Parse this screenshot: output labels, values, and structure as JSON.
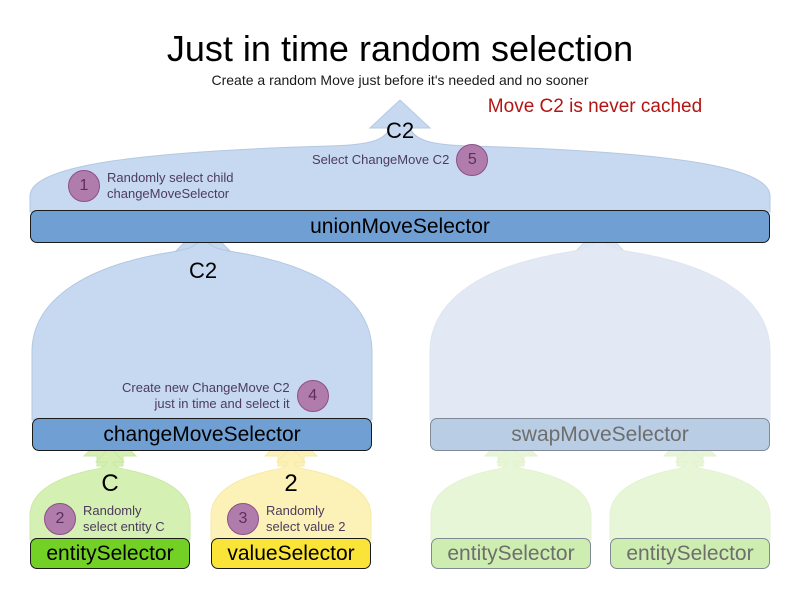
{
  "header": {
    "title": "Just in time random selection",
    "subtitle": "Create a random Move just before it's needed and no sooner",
    "warning": "Move C2 is never cached",
    "warning_color": "#b31414"
  },
  "colors": {
    "active_box": "#6f9fd3",
    "arch_fill": "#c6d9f1",
    "faded_box": "#b9cde4",
    "entity_green": "#72d124",
    "value_yellow": "#fae437",
    "faded_green": "#cdeeb0",
    "badge_fill": "#b07cab",
    "badge_border": "#8e4f8a",
    "step_text": "#4d3b5c"
  },
  "nodes": {
    "union": {
      "label": "unionMoveSelector",
      "state": "active"
    },
    "change": {
      "label": "changeMoveSelector",
      "state": "active"
    },
    "swap": {
      "label": "swapMoveSelector",
      "state": "faded"
    },
    "entity_c": {
      "label": "entitySelector",
      "state": "active"
    },
    "value_2": {
      "label": "valueSelector",
      "state": "active"
    },
    "swap_entity_a": {
      "label": "entitySelector",
      "state": "faded"
    },
    "swap_entity_b": {
      "label": "entitySelector",
      "state": "faded"
    }
  },
  "flow_labels": {
    "union_out": "C2",
    "change_out": "C2",
    "entity_out": "C",
    "value_out": "2"
  },
  "steps": [
    {
      "number": "1",
      "text": "Randomly select child\nchangeMoveSelector",
      "align": "left"
    },
    {
      "number": "2",
      "text": "Randomly\nselect entity C",
      "align": "left"
    },
    {
      "number": "3",
      "text": "Randomly\nselect value 2",
      "align": "left"
    },
    {
      "number": "4",
      "text": "Create new ChangeMove C2\njust in time and select it",
      "align": "right"
    },
    {
      "number": "5",
      "text": "Select ChangeMove C2",
      "align": "right"
    }
  ]
}
